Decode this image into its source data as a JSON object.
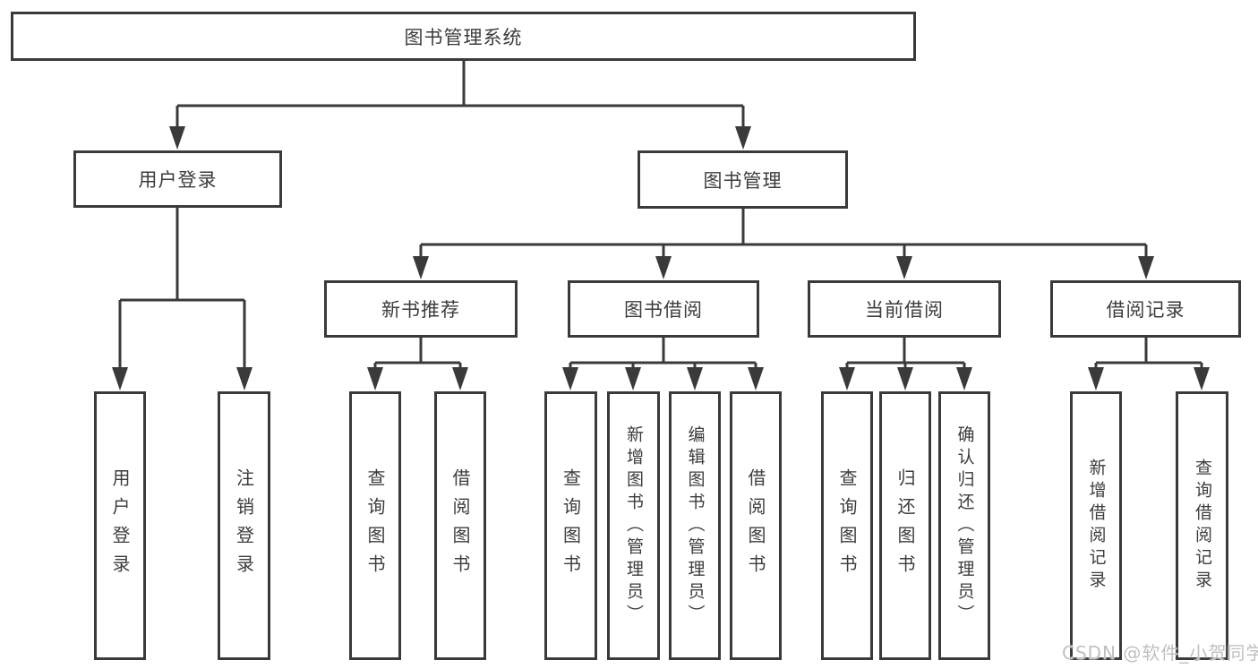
{
  "nodes": {
    "root": "图书管理系统",
    "user_login": "用户登录",
    "book_mgmt": "图书管理",
    "new_book": "新书推荐",
    "book_borrow": "图书借阅",
    "current_borrow": "当前借阅",
    "borrow_record": "借阅记录"
  },
  "leaves": {
    "user_login": [
      "用户登录",
      "注销登录"
    ],
    "new_book": [
      "查询图书",
      "借阅图书"
    ],
    "book_borrow": [
      "查询图书",
      "新增图书（管理员）",
      "编辑图书（管理员）",
      "借阅图书"
    ],
    "current_borrow": [
      "查询图书",
      "归还图书",
      "确认归还（管理员）"
    ],
    "borrow_record": [
      "新增借阅记录",
      "查询借阅记录"
    ]
  },
  "watermark": "CSDN @软件_小贺同学",
  "colors": {
    "line": "#3a3a3a",
    "border": "#3a3a3a",
    "text": "#3c3c3c",
    "watermark": "#c0c0c0",
    "background": "#ffffff"
  }
}
